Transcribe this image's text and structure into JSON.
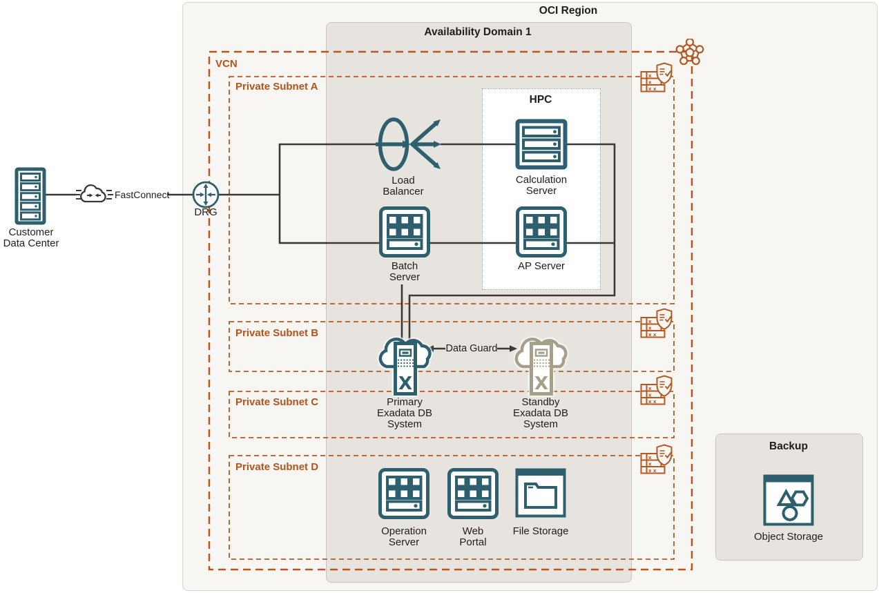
{
  "diagram": {
    "region_label": "OCI Region",
    "ad_label": "Availability Domain 1",
    "vcn_label": "VCN",
    "subnets": {
      "a": "Private Subnet A",
      "b": "Private Subnet B",
      "c": "Private Subnet C",
      "d": "Private Subnet D"
    },
    "hpc_label": "HPC",
    "backup_label": "Backup",
    "nodes": {
      "customer_dc": "Customer\nData Center",
      "fastconnect": "FastConnect",
      "drg": "DRG",
      "load_balancer": "Load\nBalancer",
      "batch_server": "Batch\nServer",
      "calculation_server": "Calculation\nServer",
      "ap_server": "AP Server",
      "primary_exadata": "Primary\nExadata DB\nSystem",
      "standby_exadata": "Standby\nExadata DB\nSystem",
      "data_guard": "Data Guard",
      "operation_server": "Operation\nServer",
      "web_portal": "Web\nPortal",
      "file_storage": "File Storage",
      "object_storage": "Object Storage"
    },
    "colors": {
      "accent_orange": "#b5581f",
      "icon_teal": "#2d5f6e",
      "standby_tan": "#a6a089",
      "connector_black": "#3a3835"
    }
  }
}
